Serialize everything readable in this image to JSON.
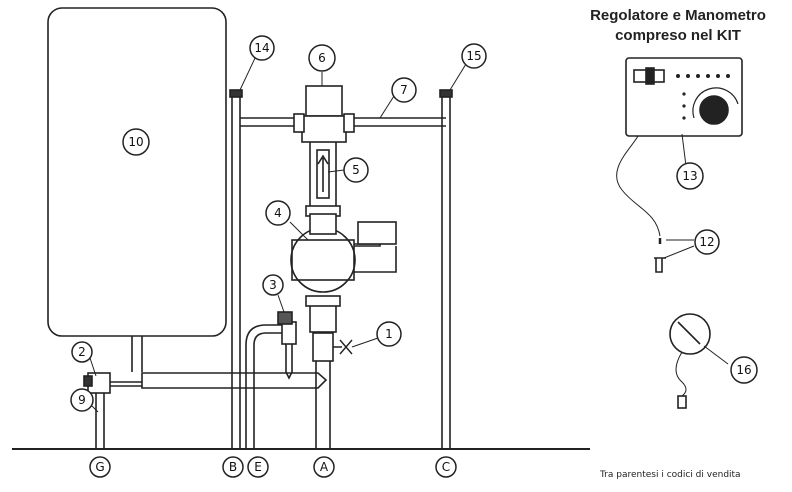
{
  "kit_title": {
    "line1": "Regolatore e Manometro",
    "line2": "compreso nel KIT"
  },
  "footnote": "Tra parentesi i codici di vendita",
  "callouts": [
    "1",
    "2",
    "3",
    "4",
    "5",
    "6",
    "7",
    "9",
    "10",
    "12",
    "13",
    "14",
    "15",
    "16"
  ],
  "connections": [
    "G",
    "B",
    "E",
    "A",
    "C"
  ]
}
